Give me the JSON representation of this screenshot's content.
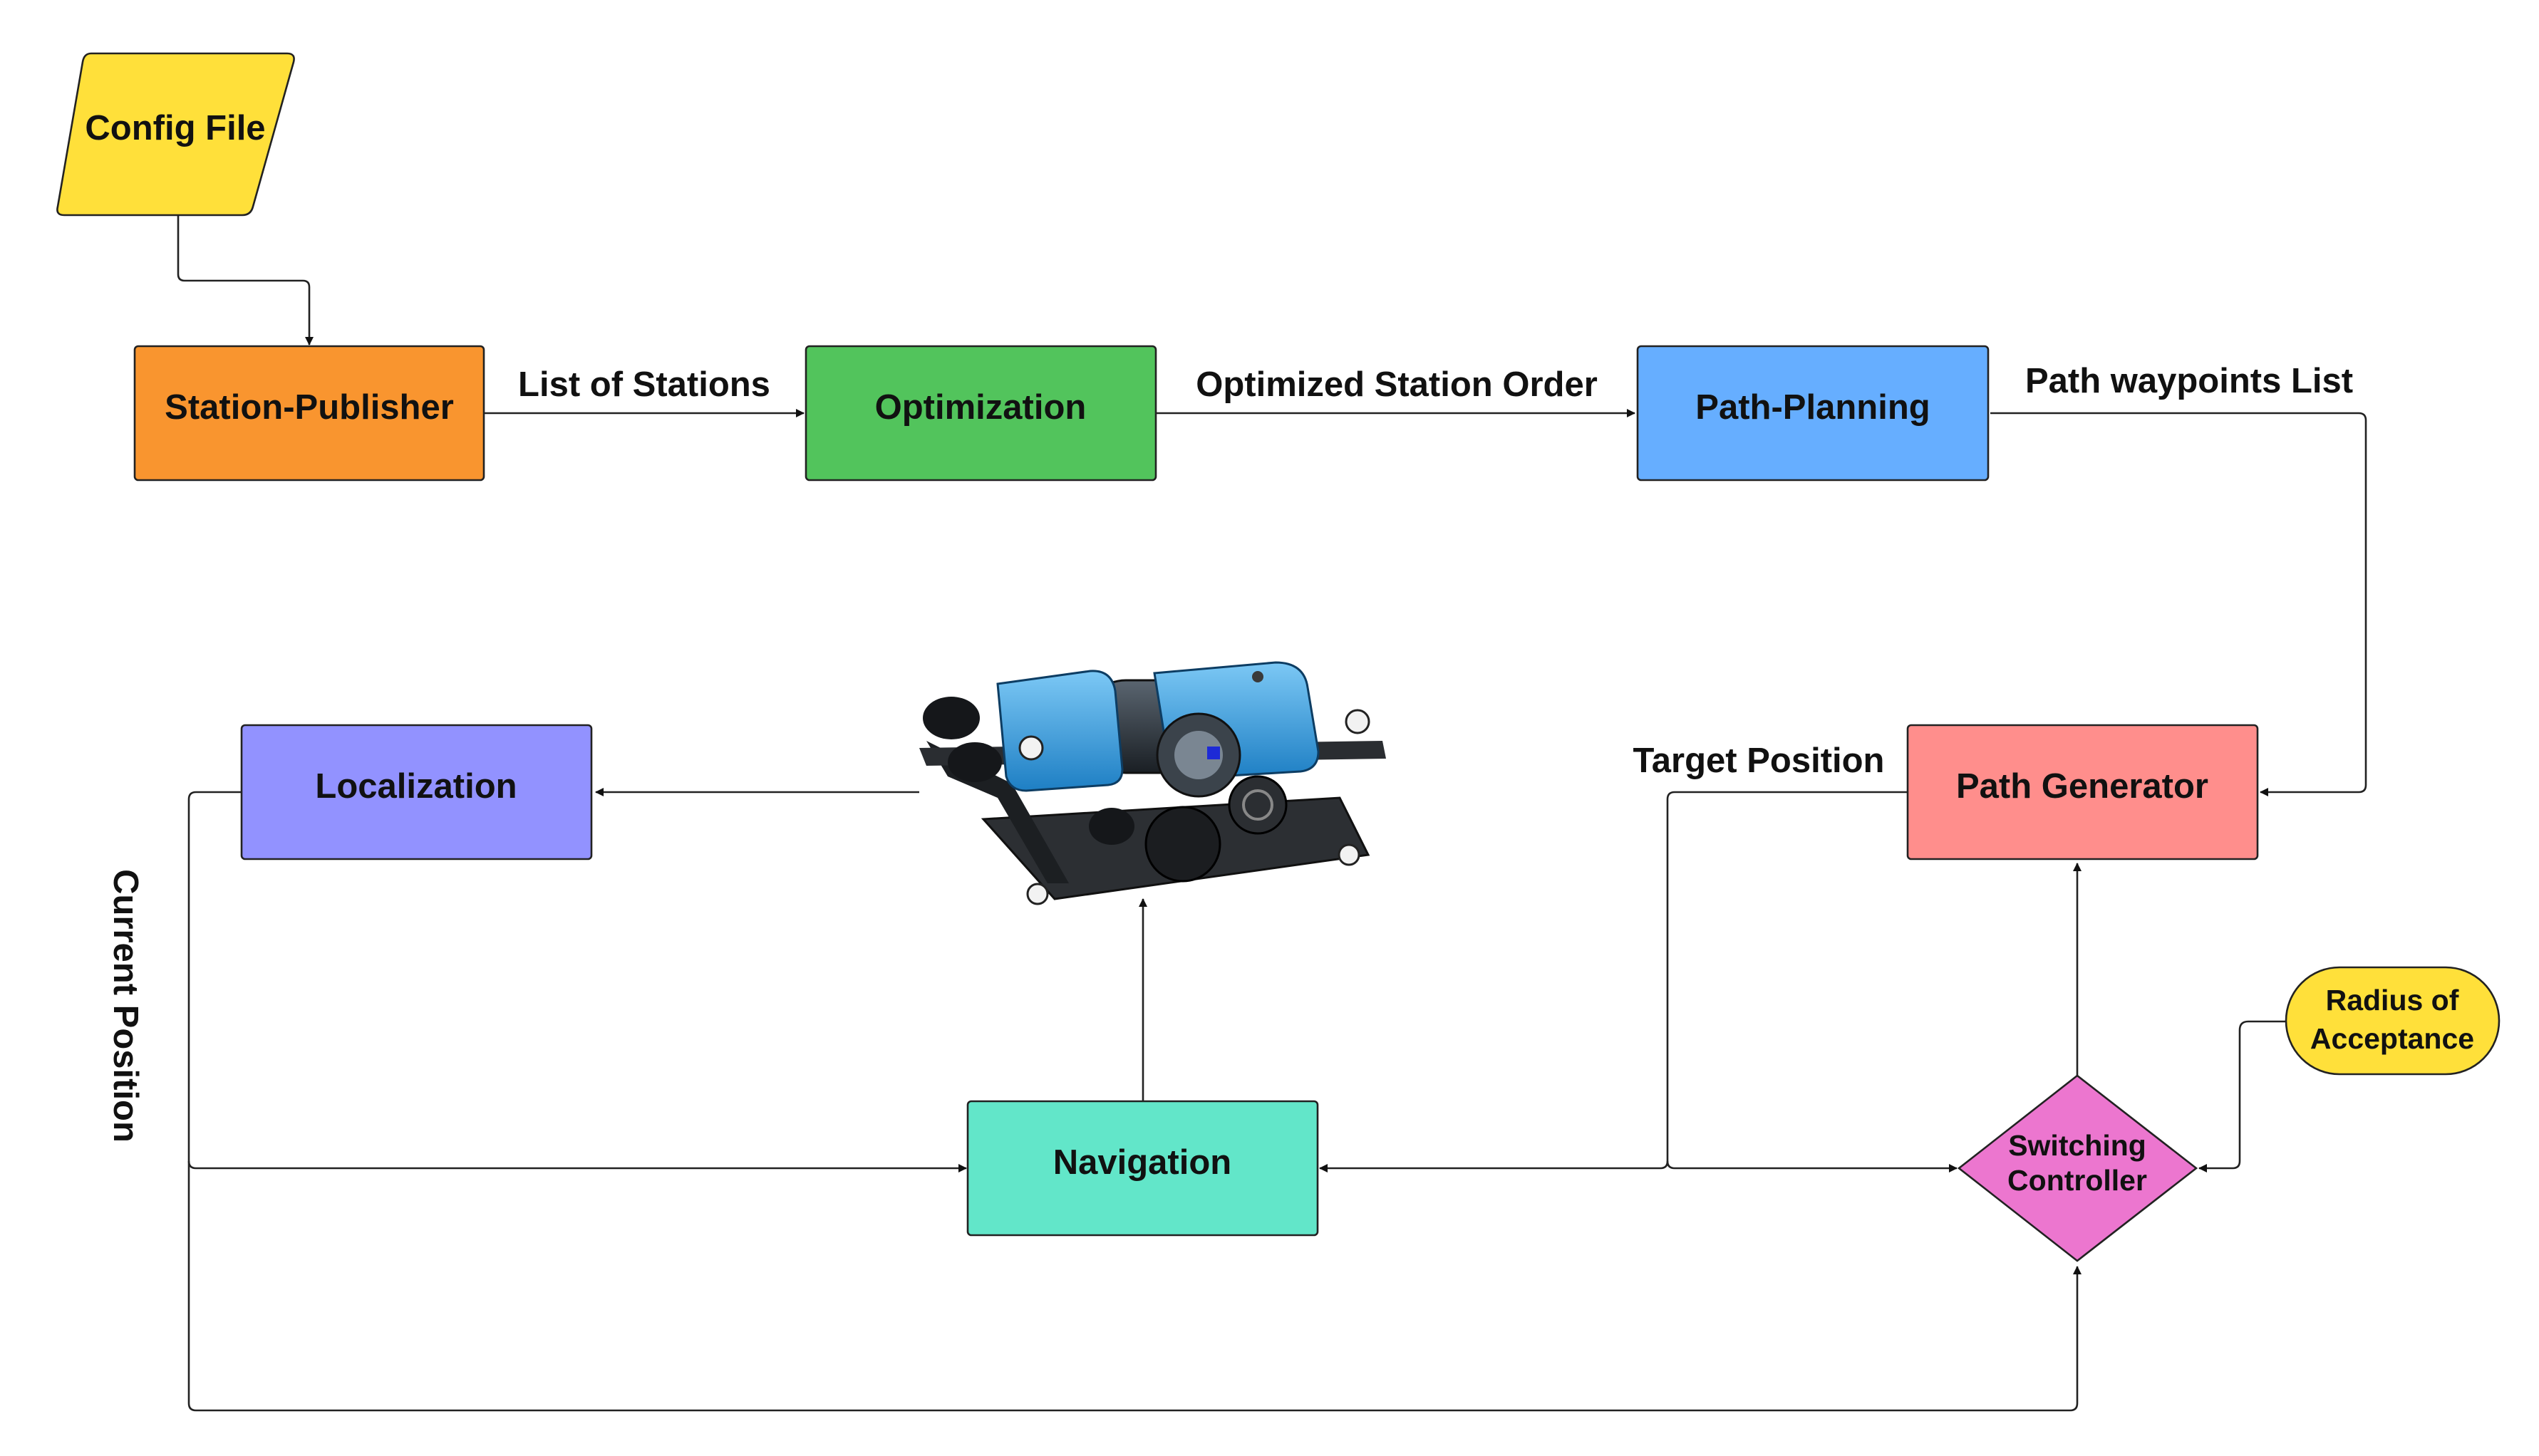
{
  "diagram": {
    "colors": {
      "config_file": "#FFE03A",
      "station_publisher": "#F9952F",
      "optimization": "#52C45C",
      "path_planning": "#66AEFF",
      "path_generator": "#FF8E8C",
      "localization": "#9292FF",
      "navigation": "#62E6C9",
      "switching_controller": "#EC76CF",
      "radius_of_acceptance": "#FFE03A",
      "rov_body": "#3FA3E3",
      "rov_frame": "#222222"
    },
    "nodes": {
      "config_file": {
        "label": "Config File",
        "shape": "parallelogram"
      },
      "station_publisher": {
        "label": "Station-Publisher",
        "shape": "rectangle"
      },
      "optimization": {
        "label": "Optimization",
        "shape": "rectangle"
      },
      "path_planning": {
        "label": "Path-Planning",
        "shape": "rectangle"
      },
      "path_generator": {
        "label": "Path Generator",
        "shape": "rectangle"
      },
      "localization": {
        "label": "Localization",
        "shape": "rectangle"
      },
      "navigation": {
        "label": "Navigation",
        "shape": "rectangle"
      },
      "switching_controller": {
        "label_line1": "Switching",
        "label_line2": "Controller",
        "shape": "diamond"
      },
      "radius_of_acceptance": {
        "label_line1": "Radius of",
        "label_line2": "Acceptance",
        "shape": "rounded-terminal"
      },
      "rov": {
        "icon": "underwater-rov-icon"
      }
    },
    "edge_labels": {
      "list_of_stations": "List of Stations",
      "optimized_station_order": "Optimized Station Order",
      "path_waypoints_list": "Path waypoints List",
      "target_position": "Target Position",
      "current_position": "Current Position"
    }
  }
}
